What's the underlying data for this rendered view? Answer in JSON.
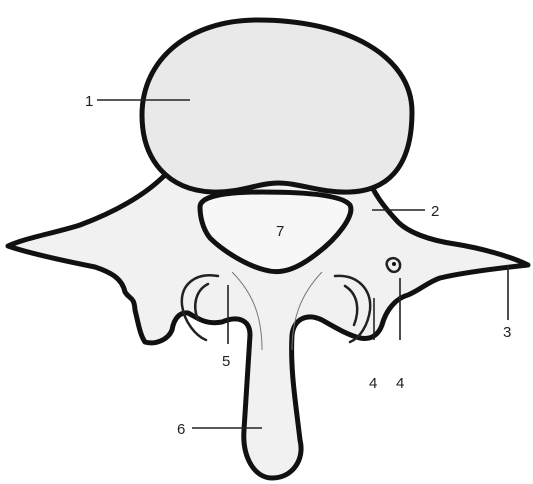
{
  "colors": {
    "outline": "#111111",
    "fill": "#f1f1f1",
    "vertebral_body_fill": "#e9e9e9",
    "foramen_fill": "#f7f7f7",
    "background": "#ffffff"
  },
  "labels": [
    {
      "id": "label-1",
      "text": "1"
    },
    {
      "id": "label-2",
      "text": "2"
    },
    {
      "id": "label-3",
      "text": "3"
    },
    {
      "id": "label-4a",
      "text": "4"
    },
    {
      "id": "label-4b",
      "text": "4"
    },
    {
      "id": "label-5",
      "text": "5"
    },
    {
      "id": "label-6",
      "text": "6"
    },
    {
      "id": "label-7",
      "text": "7"
    }
  ]
}
